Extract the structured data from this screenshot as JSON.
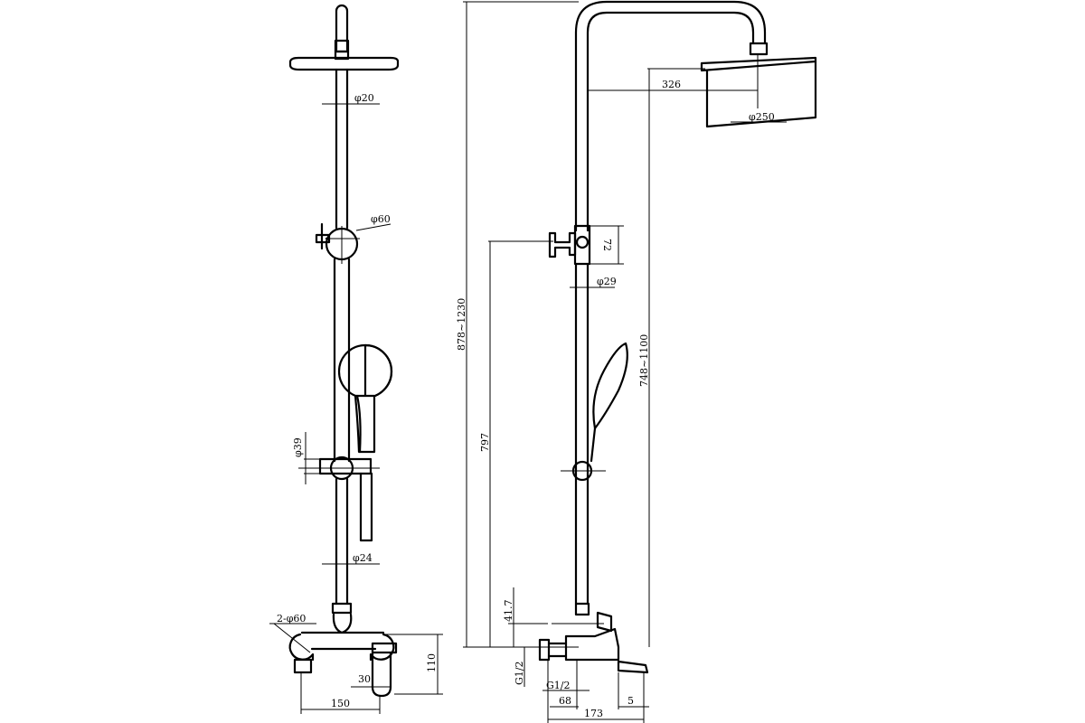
{
  "front_view": {
    "pipe_diameter": "φ20",
    "holder_diameter": "φ60",
    "slider_diameter": "φ39",
    "rod_diameter": "φ24",
    "flange_diameter": "2-φ60",
    "mixer_height": "110",
    "lever_offset": "30",
    "mixer_width": "150"
  },
  "side_view": {
    "arm_reach": "326",
    "head_diameter": "φ250",
    "holder_height": "72",
    "rod_diameter": "φ29",
    "total_height": "878~1230",
    "holder_position": "797",
    "head_height": "748~1100",
    "spout_height": "41.7",
    "inlet_thread": "G1/2",
    "outlet_thread": "G1/2",
    "inlet_offset": "68",
    "spout_gap": "5",
    "mixer_depth": "173"
  }
}
